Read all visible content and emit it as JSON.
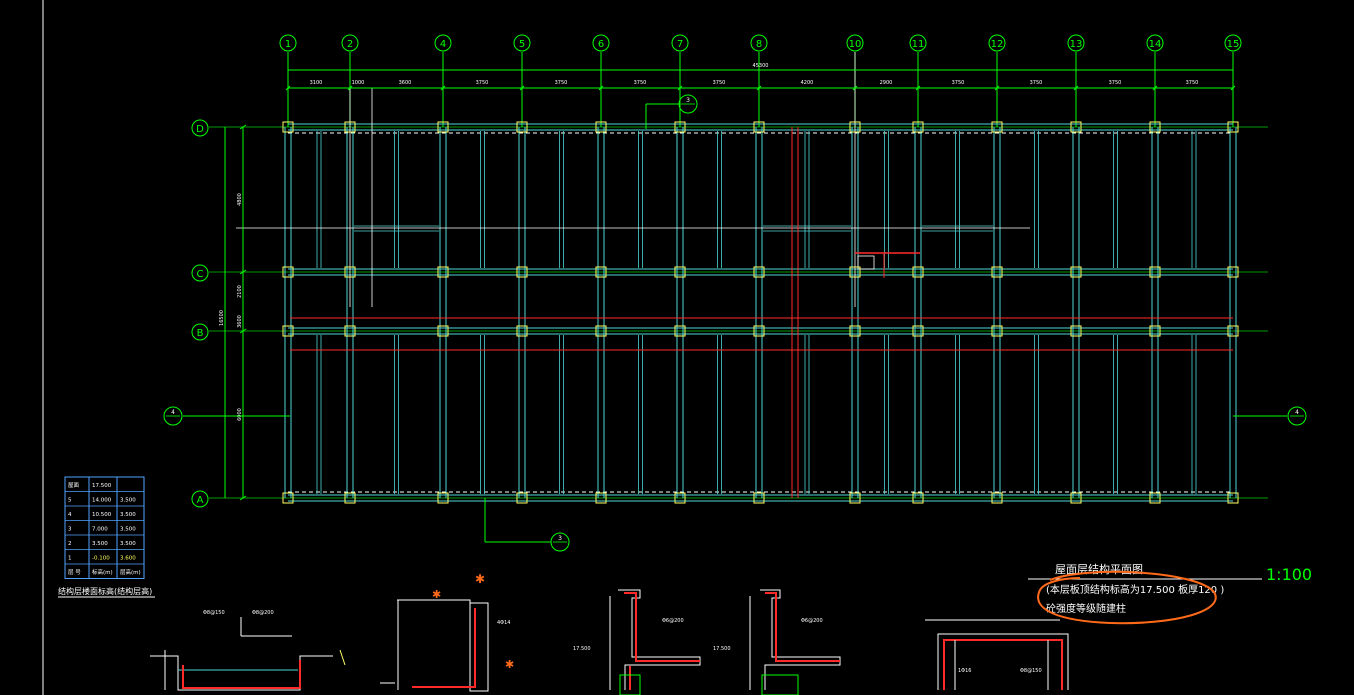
{
  "colors": {
    "background": "#000000",
    "axis": "#00ff00",
    "beam": "#4fd6d6",
    "column": "#ffff66",
    "rebar": "#ff2a2a",
    "text": "#ffffff",
    "annotation": "#ff6a1a"
  },
  "grid": {
    "columns": [
      "1",
      "2",
      "4",
      "5",
      "6",
      "7",
      "8",
      "10",
      "11",
      "12",
      "13",
      "14",
      "15"
    ],
    "rows": [
      "D",
      "C",
      "B",
      "A"
    ],
    "total_dim": "45300",
    "spans": [
      "3100",
      "1000",
      "3600",
      "3750",
      "3750",
      "3750",
      "3750",
      "4200",
      "2900",
      "3750",
      "3750",
      "3750",
      "3750"
    ],
    "row_dims": [
      "4800",
      "2100",
      "3600",
      "6000"
    ],
    "row_total": "16500"
  },
  "section_marks": [
    "3",
    "3",
    "4",
    "4"
  ],
  "elevation_table": {
    "rows": [
      [
        "屋面",
        "17.500",
        ""
      ],
      [
        "5",
        "14.000",
        "3.500"
      ],
      [
        "4",
        "10.500",
        "3.500"
      ],
      [
        "3",
        "7.000",
        "3.500"
      ],
      [
        "2",
        "3.500",
        "3.500"
      ],
      [
        "1",
        "-0.100",
        "3.600"
      ]
    ],
    "header": [
      "层 号",
      "标高(m)",
      "层高(m)"
    ],
    "caption": "结构层楼面标高(结构层高)"
  },
  "title_block": {
    "title": "屋面层结构平面图",
    "scale": "1:100",
    "note1": "(本层板顶结构标高为17.500 板厚120 )",
    "note2": "砼强度等级随建柱"
  },
  "detail_labels": {
    "d1a": "Φ8@150",
    "d1b": "Φ8@200",
    "d2a": "4Φ14",
    "d3a": "Φ6@200",
    "d3b": "17.500",
    "d4a": "Φ6@200",
    "d4b": "17.500",
    "d5a": "1Φ16",
    "d5b": "Φ8@150"
  }
}
